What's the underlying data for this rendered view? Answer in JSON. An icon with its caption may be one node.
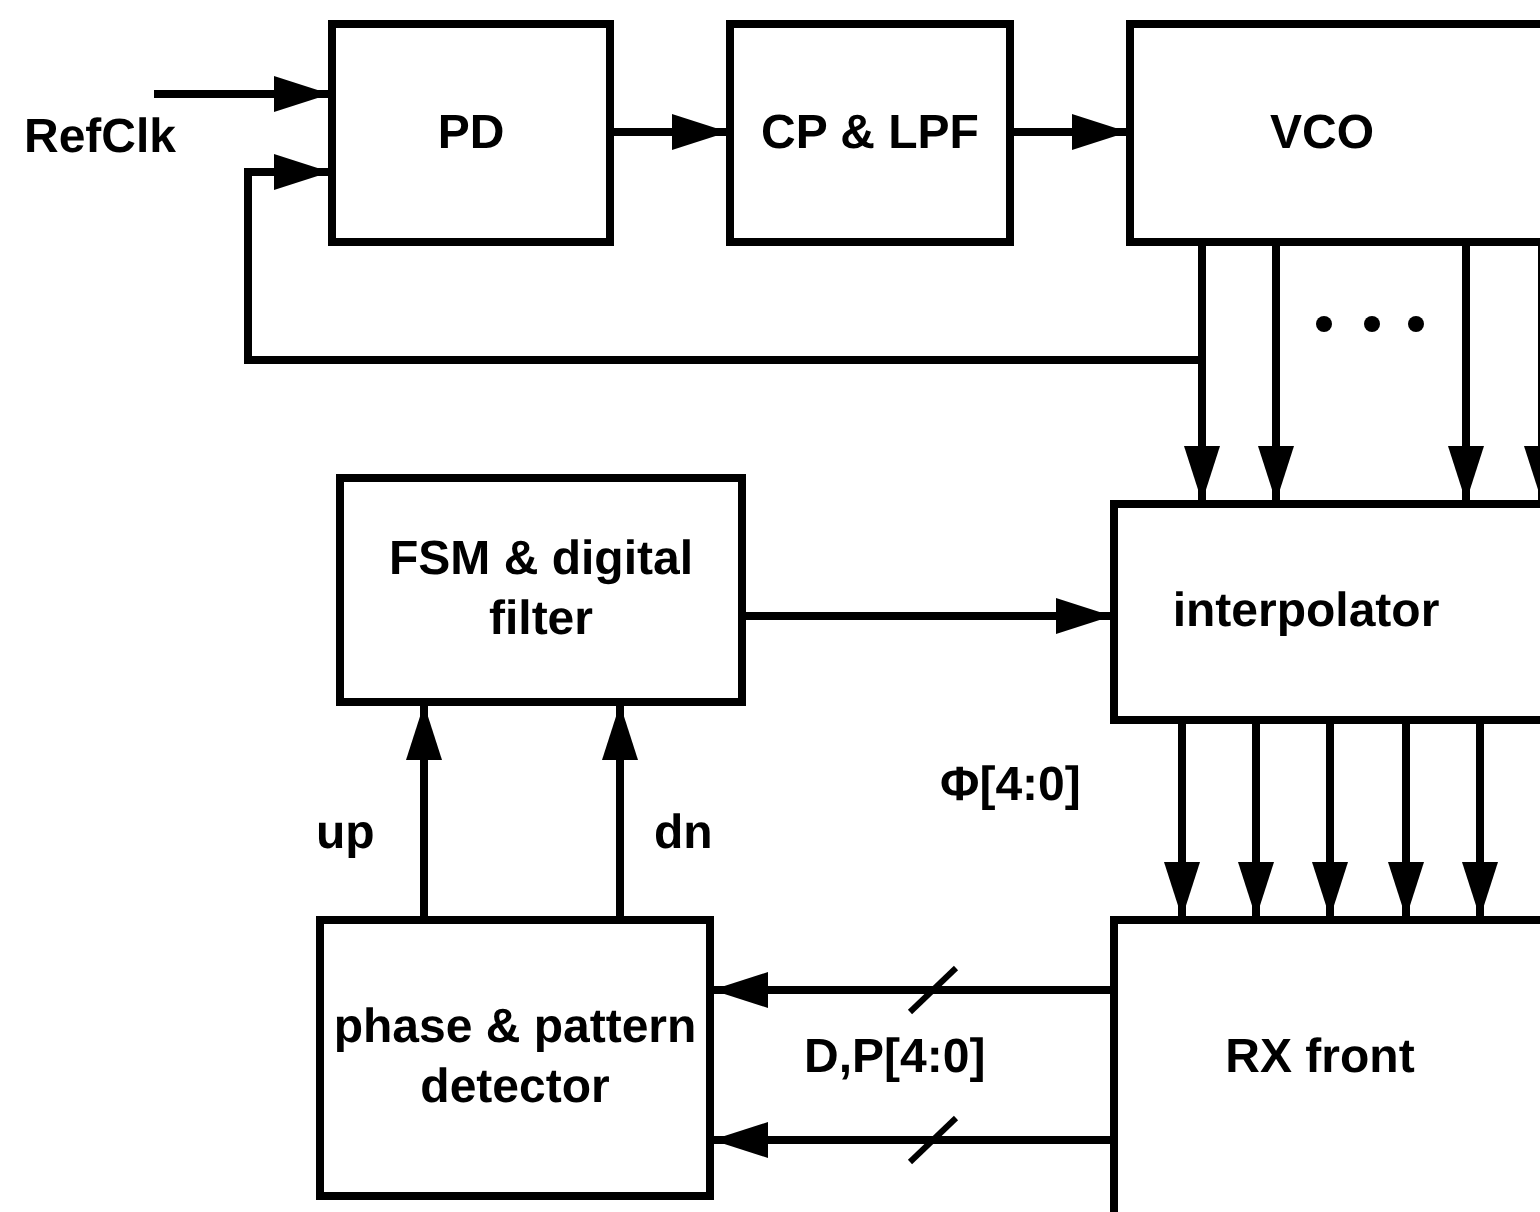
{
  "diagram": {
    "nodes": [
      {
        "text": [
          "RefClk"
        ]
      },
      {
        "text": [
          "PD"
        ]
      },
      {
        "text": [
          "CP & LPF"
        ]
      },
      {
        "text": [
          "VCO"
        ]
      },
      {
        "text": [
          "FSM & digital filter"
        ]
      },
      {
        "text": [
          "interpolator"
        ]
      },
      {
        "text": [
          "phase & pattern detector"
        ]
      },
      {
        "text": [
          "RX front"
        ]
      }
    ],
    "edges": [
      {
        "from": 0,
        "to": 1,
        "arrow": "to"
      },
      {
        "from": 1,
        "to": 2,
        "arrow": "to"
      },
      {
        "from": 2,
        "to": 3,
        "arrow": "to"
      },
      {
        "from": 3,
        "to": 1,
        "arrow": "to"
      },
      {
        "from": 3,
        "to": 5,
        "arrow": "to"
      },
      {
        "from": 3,
        "to": 5,
        "arrow": "to"
      },
      {
        "from": 3,
        "to": 5,
        "arrow": "to"
      },
      {
        "from": 3,
        "to": 5,
        "arrow": "to"
      },
      {
        "from": 4,
        "to": 5,
        "arrow": "to"
      },
      {
        "from": 5,
        "to": 7,
        "arrow": "to"
      },
      {
        "from": 5,
        "to": 7,
        "arrow": "to"
      },
      {
        "from": 5,
        "to": 7,
        "arrow": "to"
      },
      {
        "from": 5,
        "to": 7,
        "arrow": "to"
      },
      {
        "from": 5,
        "to": 7,
        "arrow": "to"
      },
      {
        "from": 7,
        "to": 6,
        "arrow": "to"
      },
      {
        "from": 7,
        "to": 6,
        "arrow": "to"
      },
      {
        "from": 6,
        "to": 4,
        "arrow": "to",
        "label": "up"
      },
      {
        "from": 6,
        "to": 4,
        "arrow": "to",
        "label": "dn"
      }
    ],
    "labels": [
      "Φ[4:0]",
      "D,P[4:0]"
    ]
  }
}
